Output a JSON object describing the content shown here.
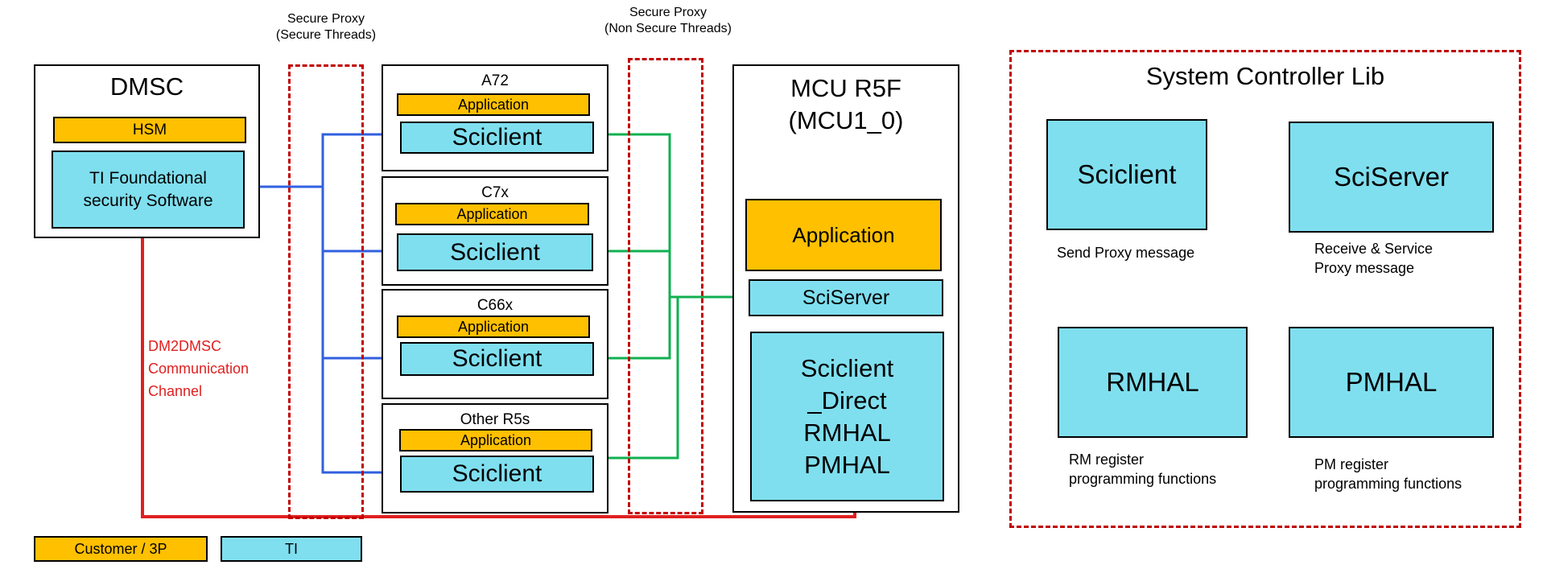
{
  "labels": {
    "secure_proxy_secure": [
      "Secure Proxy",
      "(Secure Threads)"
    ],
    "secure_proxy_nonsecure": [
      "Secure Proxy",
      "(Non Secure Threads)"
    ],
    "dm2dmsc": [
      "DM2DMSC",
      "Communication",
      "Channel"
    ]
  },
  "dmsc": {
    "title": "DMSC",
    "hsm": "HSM",
    "tifs": [
      "TI Foundational",
      "security Software"
    ]
  },
  "cores": [
    {
      "name": "A72",
      "app": "Application",
      "client": "Sciclient"
    },
    {
      "name": "C7x",
      "app": "Application",
      "client": "Sciclient"
    },
    {
      "name": "C66x",
      "app": "Application",
      "client": "Sciclient"
    },
    {
      "name": "Other R5s",
      "app": "Application",
      "client": "Sciclient"
    }
  ],
  "mcu": {
    "title": [
      "MCU R5F",
      "(MCU1_0)"
    ],
    "application": "Application",
    "sciserver": "SciServer",
    "direct": [
      "Sciclient",
      "_Direct",
      "RMHAL",
      "PMHAL"
    ]
  },
  "lib": {
    "title": "System Controller Lib",
    "blocks": [
      {
        "name": "Sciclient",
        "desc": [
          "Send Proxy message"
        ]
      },
      {
        "name": "SciServer",
        "desc": [
          "Receive & Service",
          "Proxy message"
        ]
      },
      {
        "name": "RMHAL",
        "desc": [
          "RM register",
          "programming functions"
        ]
      },
      {
        "name": "PMHAL",
        "desc": [
          "PM register",
          "programming functions"
        ]
      }
    ]
  },
  "legend": {
    "customer": "Customer / 3P",
    "ti": "TI"
  },
  "colors": {
    "customer": "#ffc000",
    "ti": "#7fdfef",
    "secure_link": "#3060e0",
    "nonsecure_link": "#10b050",
    "dm2dmsc_link": "#e02020",
    "proxy_outline": "#c00000"
  }
}
